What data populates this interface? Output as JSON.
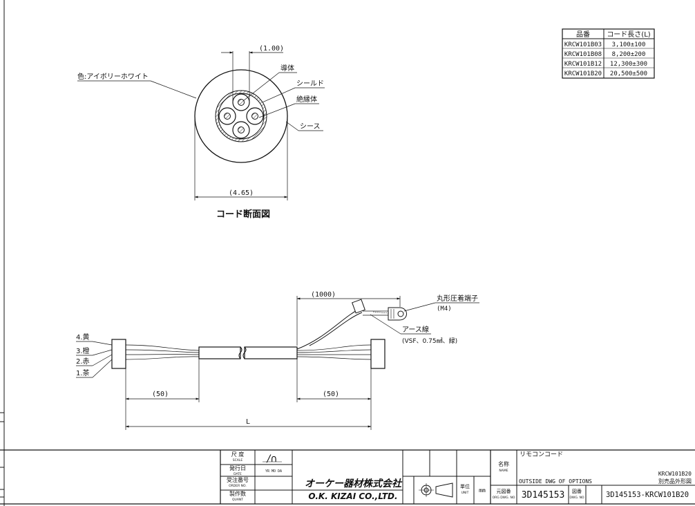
{
  "parts_table": {
    "headers": [
      "品番",
      "コード長さ(L)"
    ],
    "rows": [
      {
        "part": "KRCW101B03",
        "length": "3,100±100"
      },
      {
        "part": "KRCW101B08",
        "length": "8,200±200"
      },
      {
        "part": "KRCW101B12",
        "length": "12,300±300"
      },
      {
        "part": "KRCW101B20",
        "length": "20,500±500"
      }
    ]
  },
  "cross_section": {
    "title": "コード断面図",
    "dim_top": "(1.00)",
    "dim_bottom": "(4.65)",
    "labels": {
      "color": "色:アイボリーホワイト",
      "conductor": "導体",
      "shield": "シールド",
      "insulator": "絶縁体",
      "sheath": "シース"
    }
  },
  "assembly": {
    "dim_1000": "(1000)",
    "dim_50_left": "(50)",
    "dim_50_right": "(50)",
    "dim_L": "L",
    "wires": [
      "4.黄",
      "3.橙",
      "2.赤",
      "1.茶"
    ],
    "terminal_label": "丸形圧着端子",
    "terminal_size": "(M4)",
    "earth_label": "アース線",
    "earth_spec": "(VSF、0.75㎟、緑)"
  },
  "title_block": {
    "scale_jp": "尺 度",
    "scale_en": "SCALE",
    "date_jp": "発行日",
    "date_en": "DATE",
    "date_fields": "YR MO DA",
    "order_jp": "受注番号",
    "order_en": "ORDER NO.",
    "qty_jp": "製作数",
    "qty_en": "QUANT",
    "company_jp": "オーケー器材株式会社",
    "company_en": "O.K. KIZAI CO.,LTD.",
    "unit_jp": "単位",
    "unit_en": "UNIT",
    "unit_value": "mm",
    "name_jp": "名称",
    "name_en": "NAME",
    "name_value": "リモコンコード",
    "outside_dwg": "OUTSIDE DWG OF OPTIONS",
    "model": "KRCW101B20",
    "subtitle": "別売品外形図",
    "org_jp": "元図番",
    "org_en": "ORG DWG. NO",
    "org_value": "3D145153",
    "dwg_jp": "図番",
    "dwg_en": "DWG. NO",
    "dwg_value": "3D145153-KRCW101B20"
  }
}
